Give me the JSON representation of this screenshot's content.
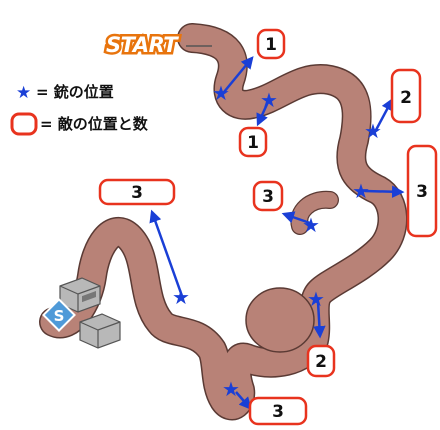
{
  "start_label": "START",
  "legend": {
    "star_text": "= 銃の位置",
    "box_text": "= 敵の位置と数"
  },
  "colors": {
    "path_fill": "#b88277",
    "path_stroke": "#5a3a34",
    "star": "#1a3fd6",
    "arrow": "#1a3fd6",
    "enemy_box": "#e8331e",
    "start_outline": "#e8740d",
    "safe_diamond": "#4f9ad8"
  },
  "enemy_counts": [
    {
      "id": "e1",
      "count": "1"
    },
    {
      "id": "e2",
      "count": "1"
    },
    {
      "id": "e3",
      "count": "2"
    },
    {
      "id": "e4",
      "count": "3"
    },
    {
      "id": "e5",
      "count": "3"
    },
    {
      "id": "e6",
      "count": "3"
    },
    {
      "id": "e7",
      "count": "2"
    },
    {
      "id": "e8",
      "count": "3"
    }
  ],
  "safe_marker": {
    "letter": "S",
    "icon": "safe-diamond-icon"
  },
  "supply_icon": "supply-crate-icon",
  "gun_icon": "star-icon"
}
